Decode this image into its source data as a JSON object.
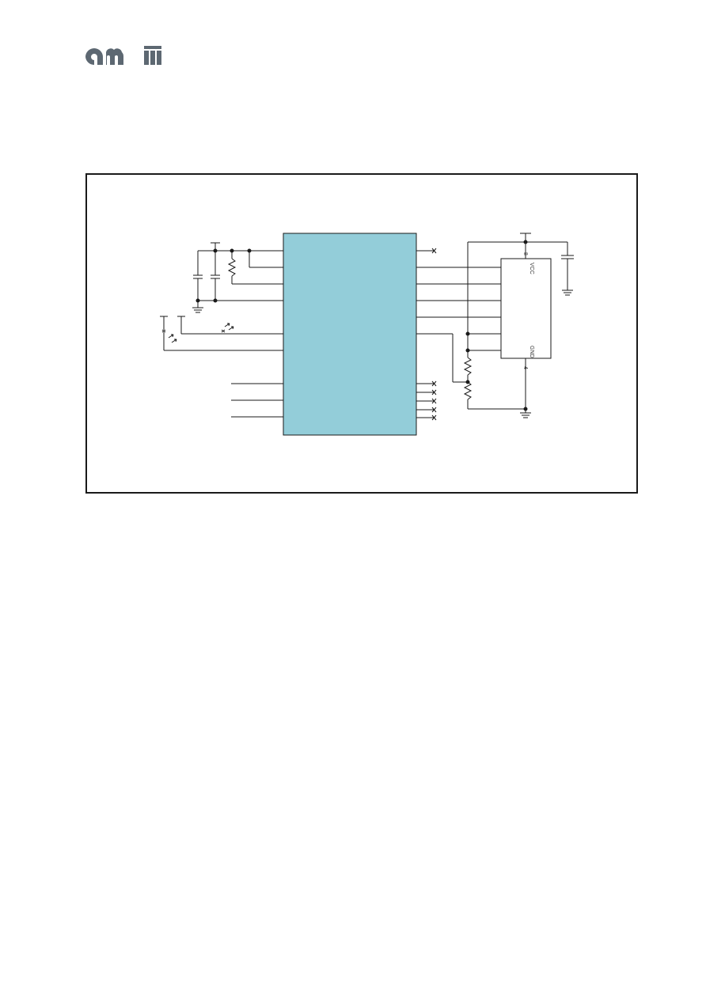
{
  "header": {
    "logo_text": "ams",
    "logo_color": "#5d6872"
  },
  "diagram": {
    "main_block_color": "#93cdd9",
    "line_color": "#1a1a1a",
    "eeprom": {
      "pin_vcc_label": "VCC",
      "pin_gnd_label": "GND",
      "pin_vcc_number": "8",
      "pin_gnd_number": "4"
    }
  }
}
